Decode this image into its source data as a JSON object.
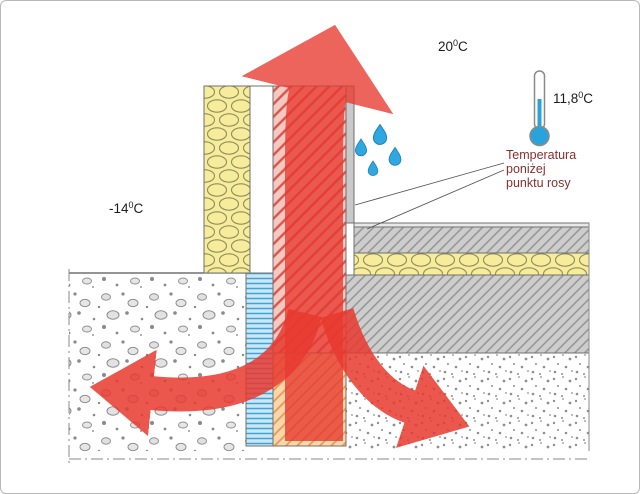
{
  "diagram": {
    "type": "building-section-thermal-bridge",
    "labels": {
      "outdoor_temp": {
        "value": "-14",
        "degree": "0",
        "unit": "C"
      },
      "indoor_temp": {
        "value": "20",
        "degree": "0",
        "unit": "C"
      },
      "dewpoint_temp": {
        "value": "11,8",
        "degree": "0",
        "unit": "C"
      },
      "annotation": {
        "lines": [
          "Temperatura",
          "poniżej",
          "punktu rosy"
        ]
      }
    },
    "icons": [
      "thermometer-icon",
      "water-droplet-icon",
      "heat-flow-arrow-up",
      "heat-flow-arrow-left",
      "heat-flow-arrow-right"
    ],
    "colors": {
      "arrow_red": "#e8392f",
      "insulation_yellow": "#f6ec9b",
      "insulation_outline": "#8e8e5e",
      "wall_pink": "#f5c9c2",
      "wall_hatch_red": "#d6564a",
      "concrete_gray": "#cdcdcd",
      "concrete_hatch": "#909090",
      "perimeter_blue": "#cbe7f5",
      "perimeter_hatch_blue": "#3fa3d6",
      "foundation_orange": "#f8d7ac",
      "foundation_hatch": "#e59a52",
      "droplet_blue": "#2fa8e1",
      "annotation_maroon": "#8b2e2e"
    }
  }
}
